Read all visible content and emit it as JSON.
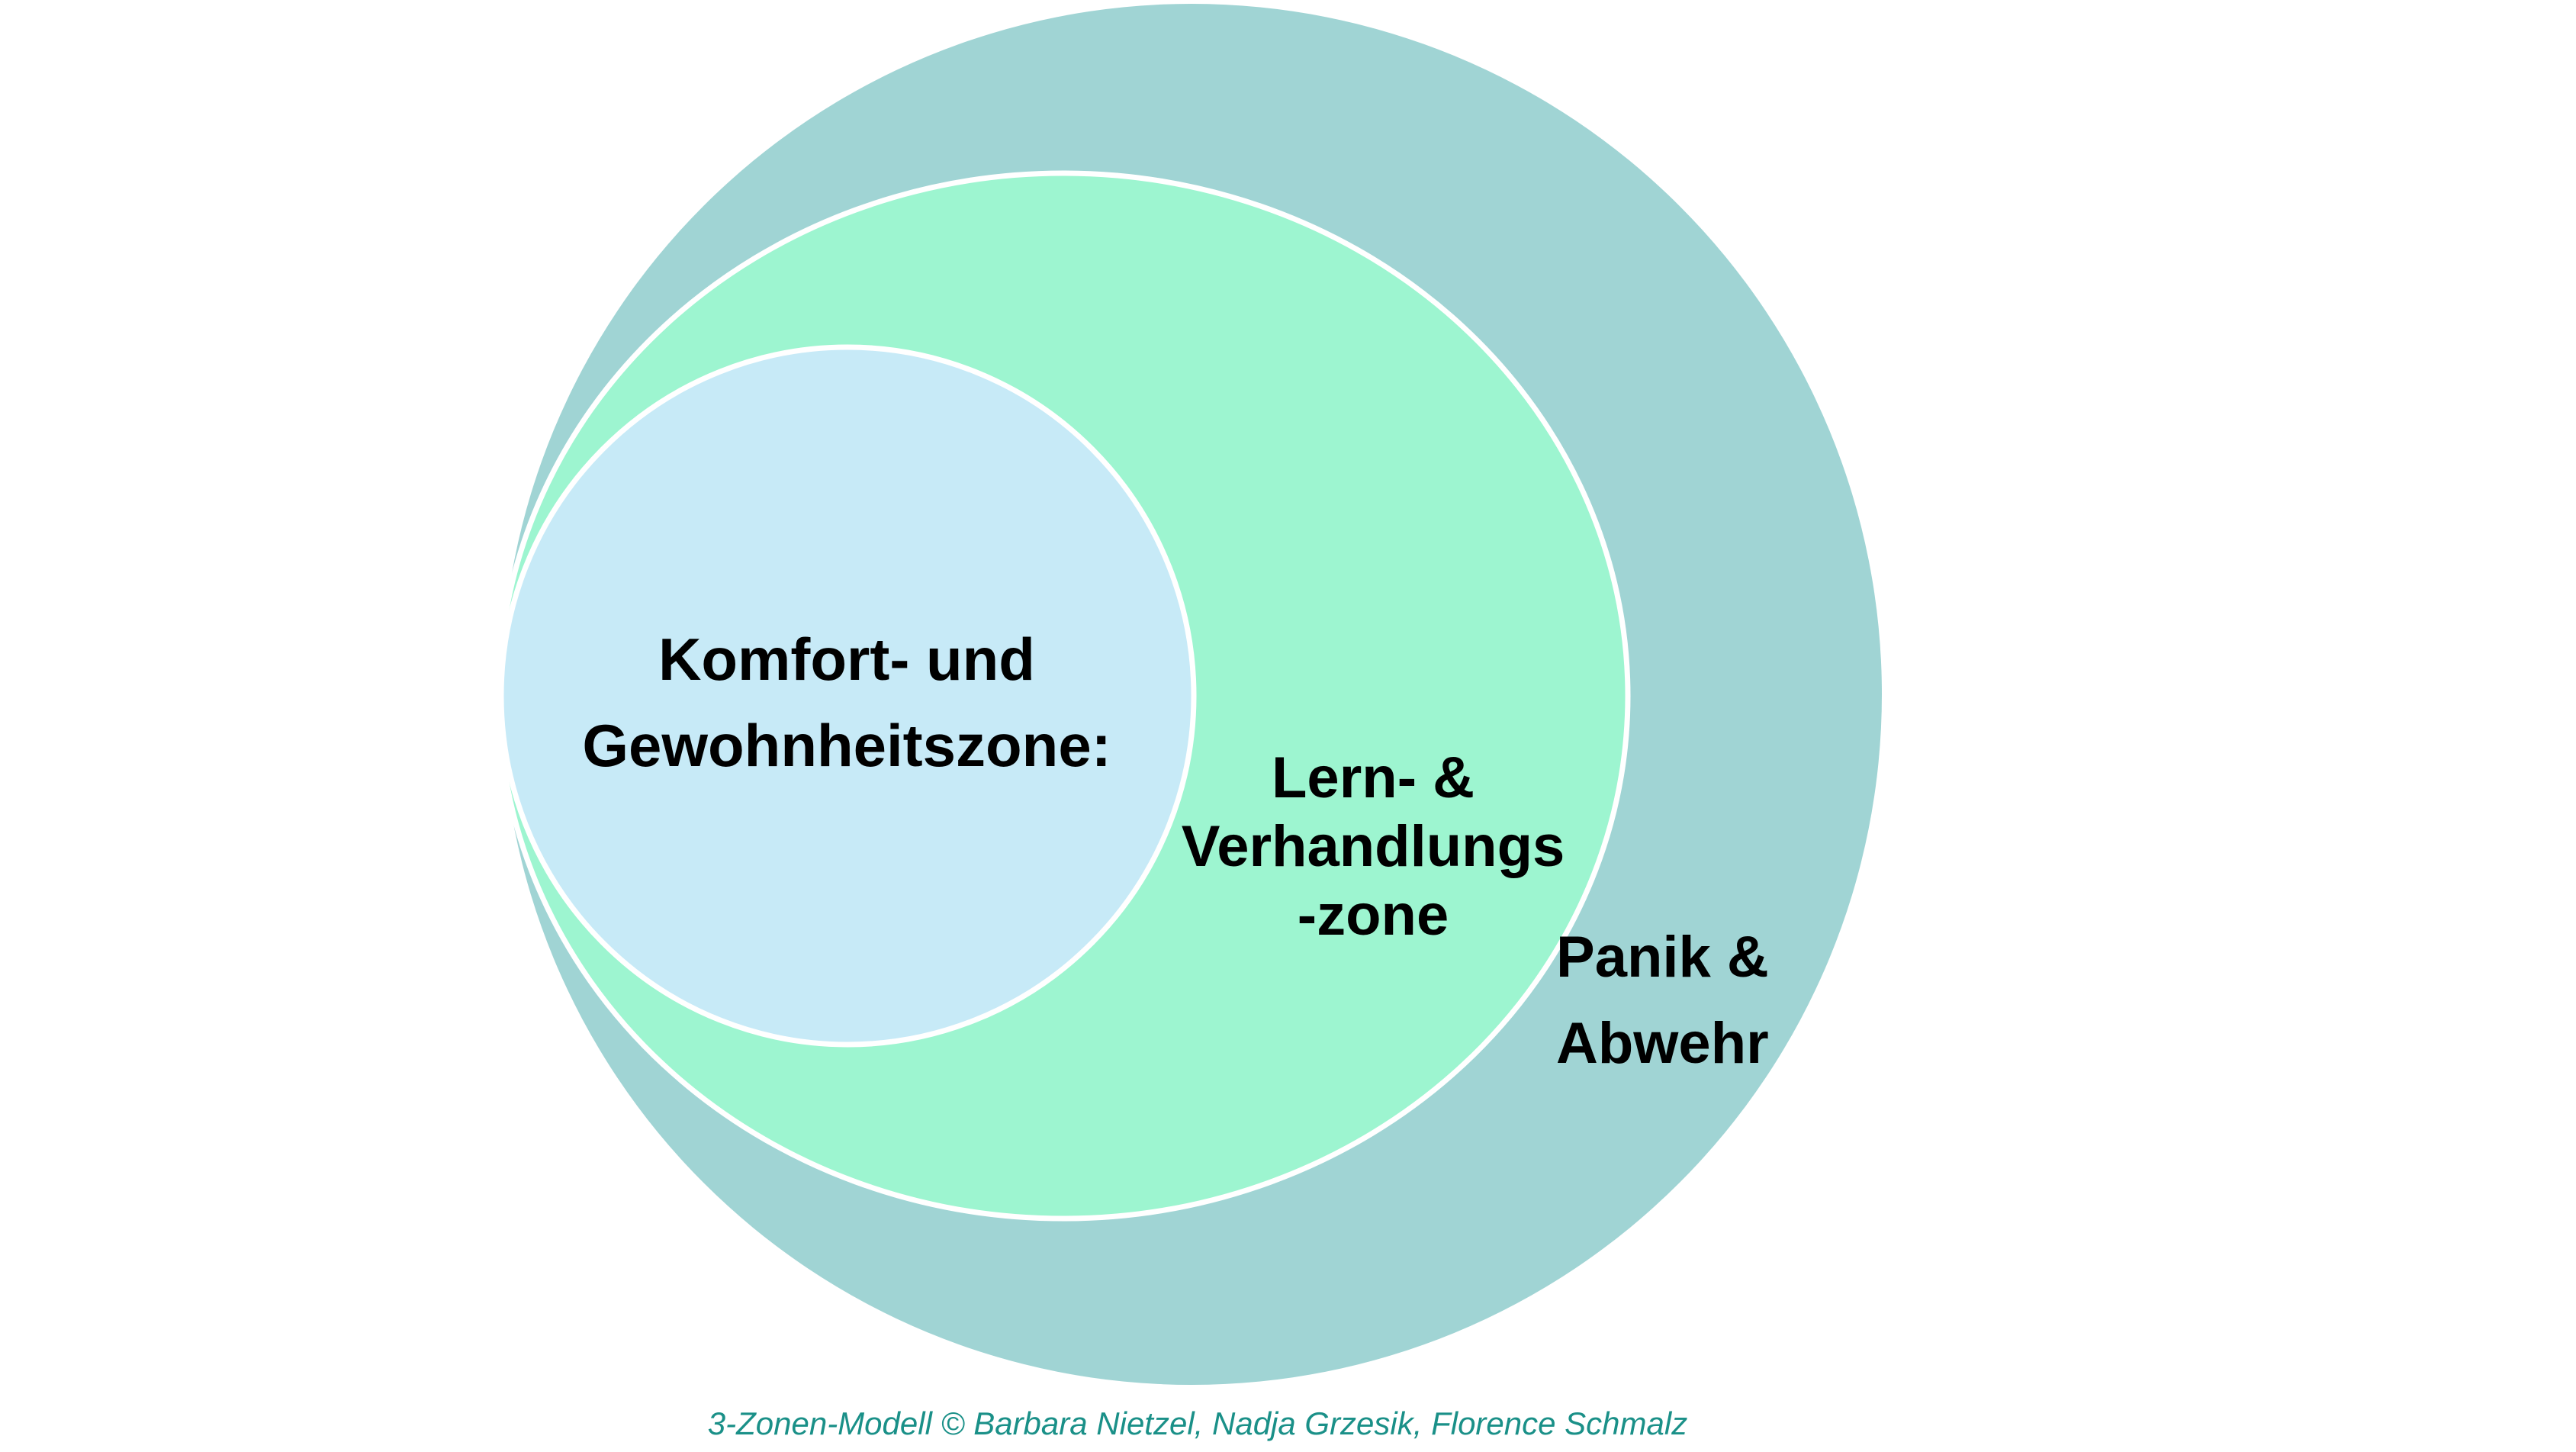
{
  "colors": {
    "panik_zone_fill": "#a0d4d4",
    "lern_zone_fill": "#9df5d0",
    "komfort_zone_fill": "#c7eaf7",
    "zone_border": "#ffffff",
    "credit_text": "#1a9088"
  },
  "zones": {
    "komfort": {
      "line1": "Komfort- und",
      "line2": "Gewohnheitszone:"
    },
    "lern": {
      "line1": "Lern- &",
      "line2": "Verhandlungs",
      "line3": "-zone"
    },
    "panik": {
      "line1": "Panik &",
      "line2": "Abwehr"
    }
  },
  "credit": "3-Zonen-Modell © Barbara Nietzel, Nadja Grzesik, Florence Schmalz"
}
